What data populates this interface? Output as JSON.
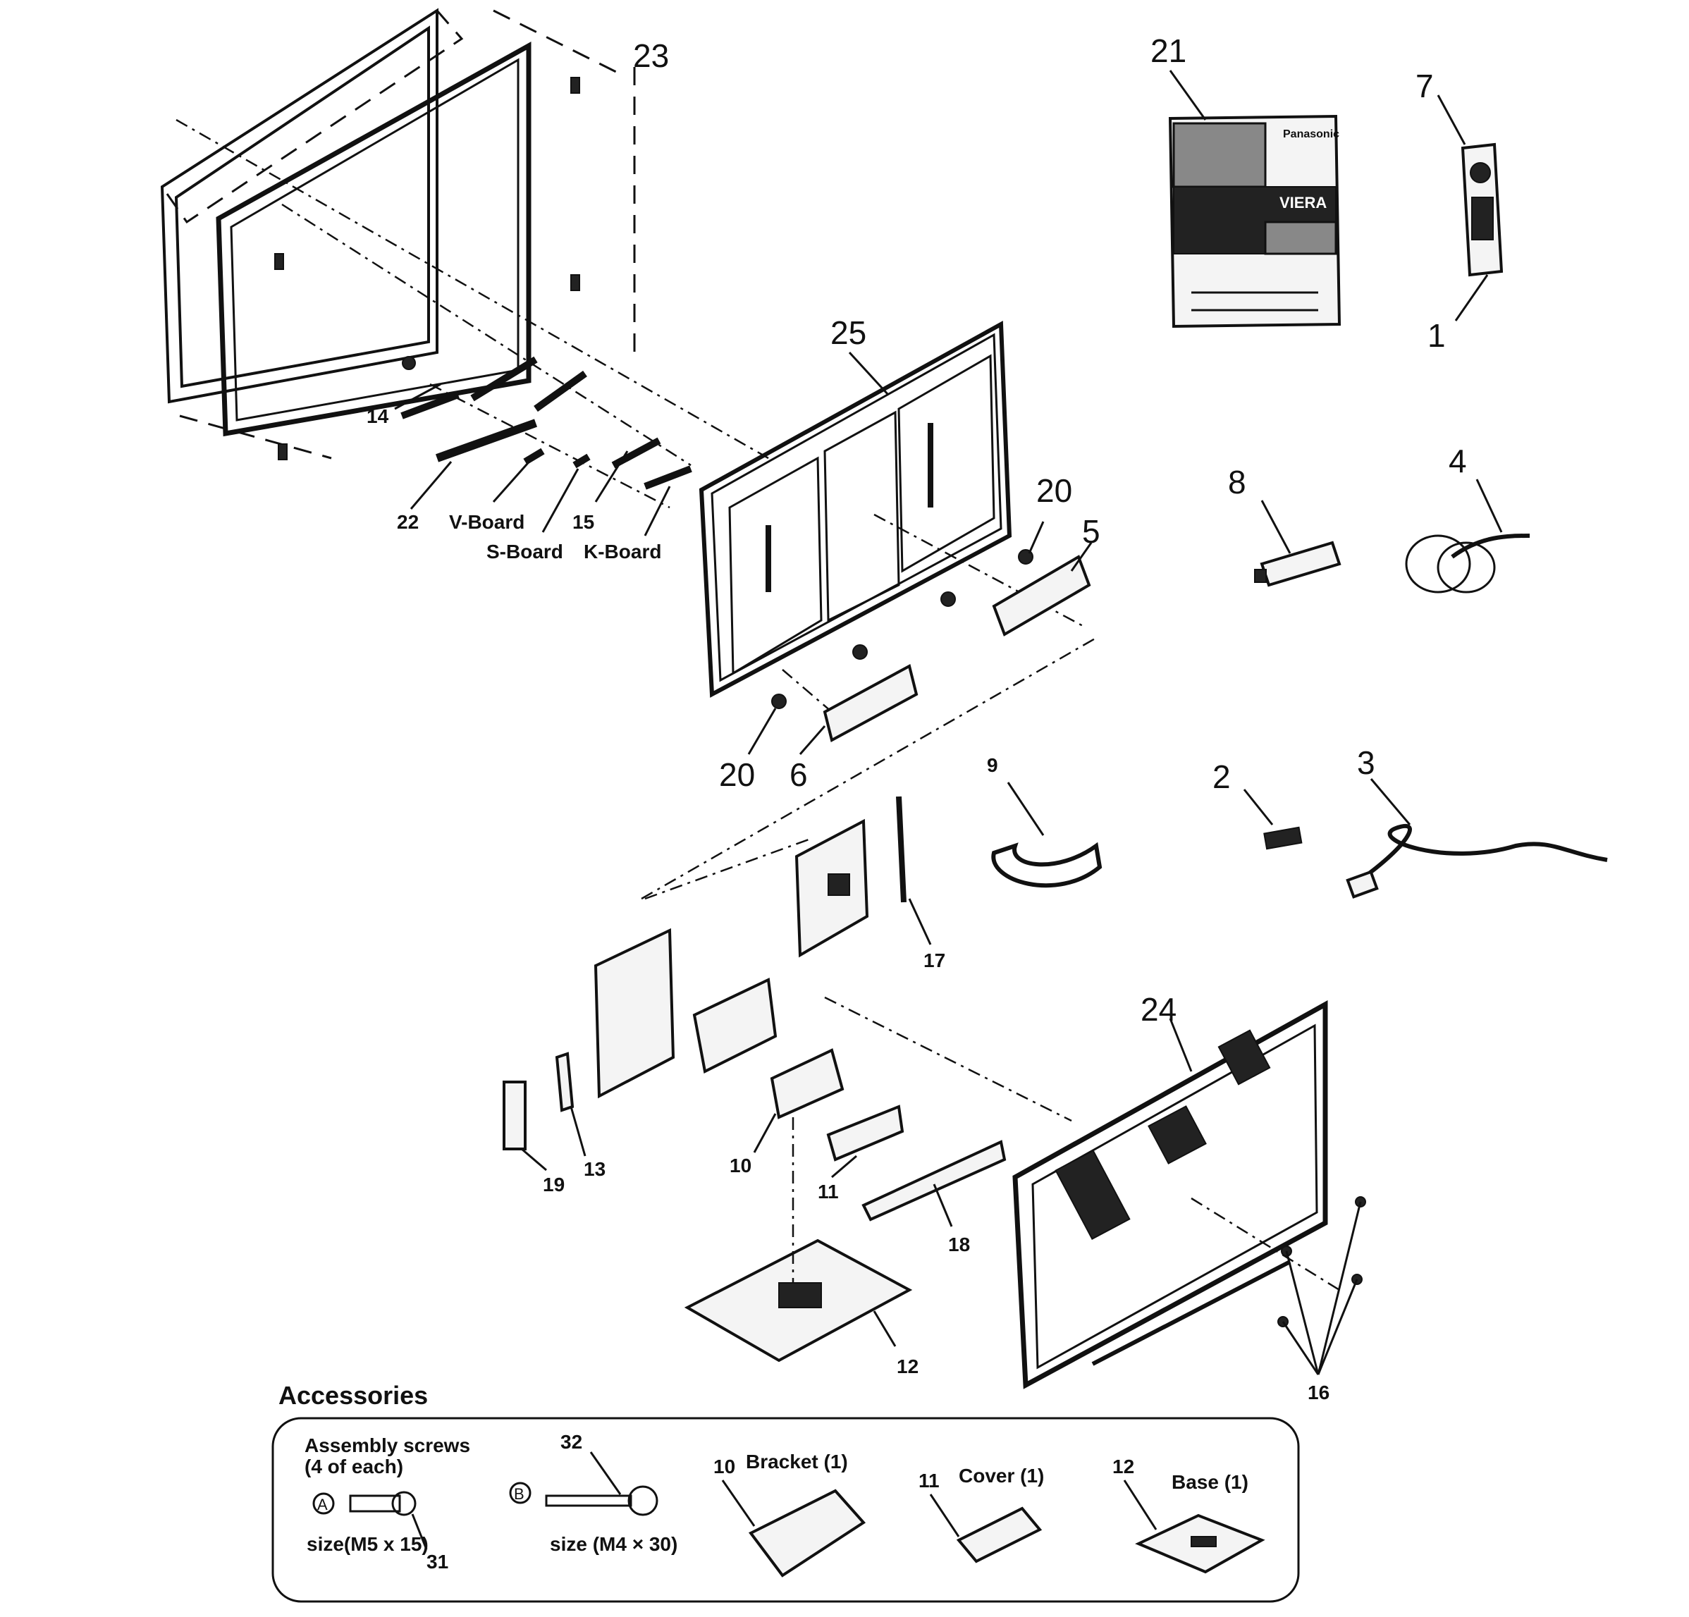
{
  "diagram": {
    "part_numbers": {
      "p1": "1",
      "p2": "2",
      "p3": "3",
      "p4": "4",
      "p5": "5",
      "p6": "6",
      "p7": "7",
      "p8": "8",
      "p9": "9",
      "p10": "10",
      "p11": "11",
      "p12": "12",
      "p13": "13",
      "p14": "14",
      "p15": "15",
      "p16": "16",
      "p17": "17",
      "p18": "18",
      "p19": "19",
      "p20a": "20",
      "p20b": "20",
      "p21": "21",
      "p22": "22",
      "p23": "23",
      "p24": "24",
      "p25": "25"
    },
    "board_labels": {
      "v_board": "V-Board",
      "s_board": "S-Board",
      "k_board": "K-Board"
    },
    "manual_cover": {
      "brand": "Panasonic",
      "product": "VIERA"
    }
  },
  "accessories": {
    "title": "Accessories",
    "screws_title_line1": "Assembly screws",
    "screws_title_line2": "(4 of each)",
    "marker_a": "A",
    "marker_b": "B",
    "size_a": "size(M5 x 15)",
    "size_b": "size (M4 × 30)",
    "num_31": "31",
    "num_32": "32",
    "num_10": "10",
    "num_11": "11",
    "num_12": "12",
    "bracket": "Bracket (1)",
    "cover": "Cover (1)",
    "base": "Base (1)"
  }
}
